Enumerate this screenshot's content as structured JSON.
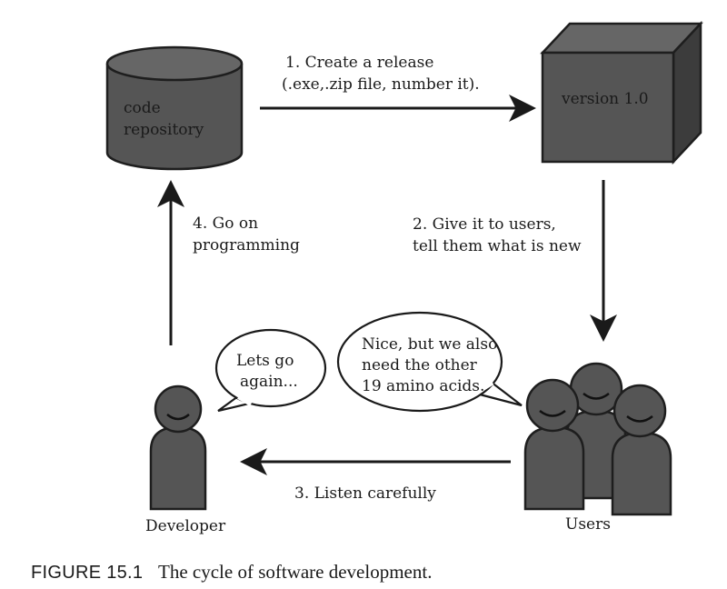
{
  "nodes": {
    "repository": {
      "line1": "code",
      "line2": "repository"
    },
    "version": {
      "label": "version 1.0"
    },
    "developer": {
      "label": "Developer"
    },
    "users": {
      "label": "Users"
    }
  },
  "steps": {
    "step1": {
      "line1": "1. Create a release",
      "line2": "(.exe,.zip file, number it)."
    },
    "step2": {
      "line1": "2. Give it to users,",
      "line2": "tell them what is new"
    },
    "step3": {
      "line1": "3. Listen carefully"
    },
    "step4": {
      "line1": "4. Go on",
      "line2": "programming"
    }
  },
  "bubbles": {
    "developer": {
      "line1": "Lets go",
      "line2": "again..."
    },
    "users": {
      "line1": "Nice, but we also",
      "line2": "need the other",
      "line3": "19 amino acids."
    }
  },
  "caption": {
    "label": "FIGURE 15.1",
    "text": "The cycle of software development."
  },
  "colors": {
    "shape_fill": "#555555",
    "outline": "#1e1e1e",
    "background": "#ffffff"
  }
}
